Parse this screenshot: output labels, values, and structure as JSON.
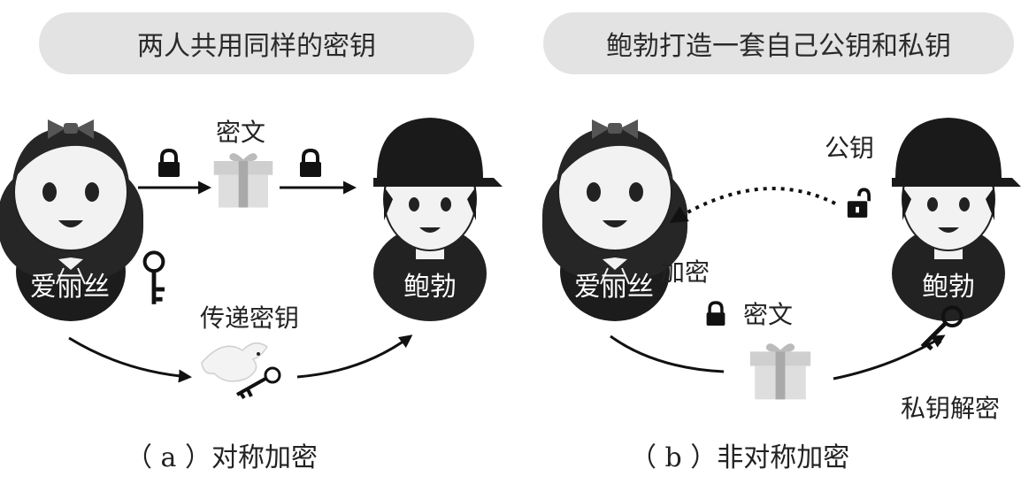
{
  "left_panel": {
    "header": "两人共用同样的密钥",
    "ciphertext_label": "密文",
    "alice_name": "爱丽丝",
    "bob_name": "鲍勃",
    "transfer_label": "传递密钥",
    "caption": "（ a ）对称加密"
  },
  "right_panel": {
    "header": "鲍勃打造一套自己公钥和私钥",
    "public_key_label": "公钥",
    "encrypt_label": "加密",
    "ciphertext_label": "密文",
    "decrypt_label": "私钥解密",
    "alice_name": "爱丽丝",
    "bob_name": "鲍勃",
    "caption": "（ b ）非对称加密"
  },
  "icons": [
    "girl-avatar",
    "boy-avatar",
    "padlock-closed",
    "padlock-open",
    "key",
    "gift-box",
    "dove-with-key"
  ]
}
